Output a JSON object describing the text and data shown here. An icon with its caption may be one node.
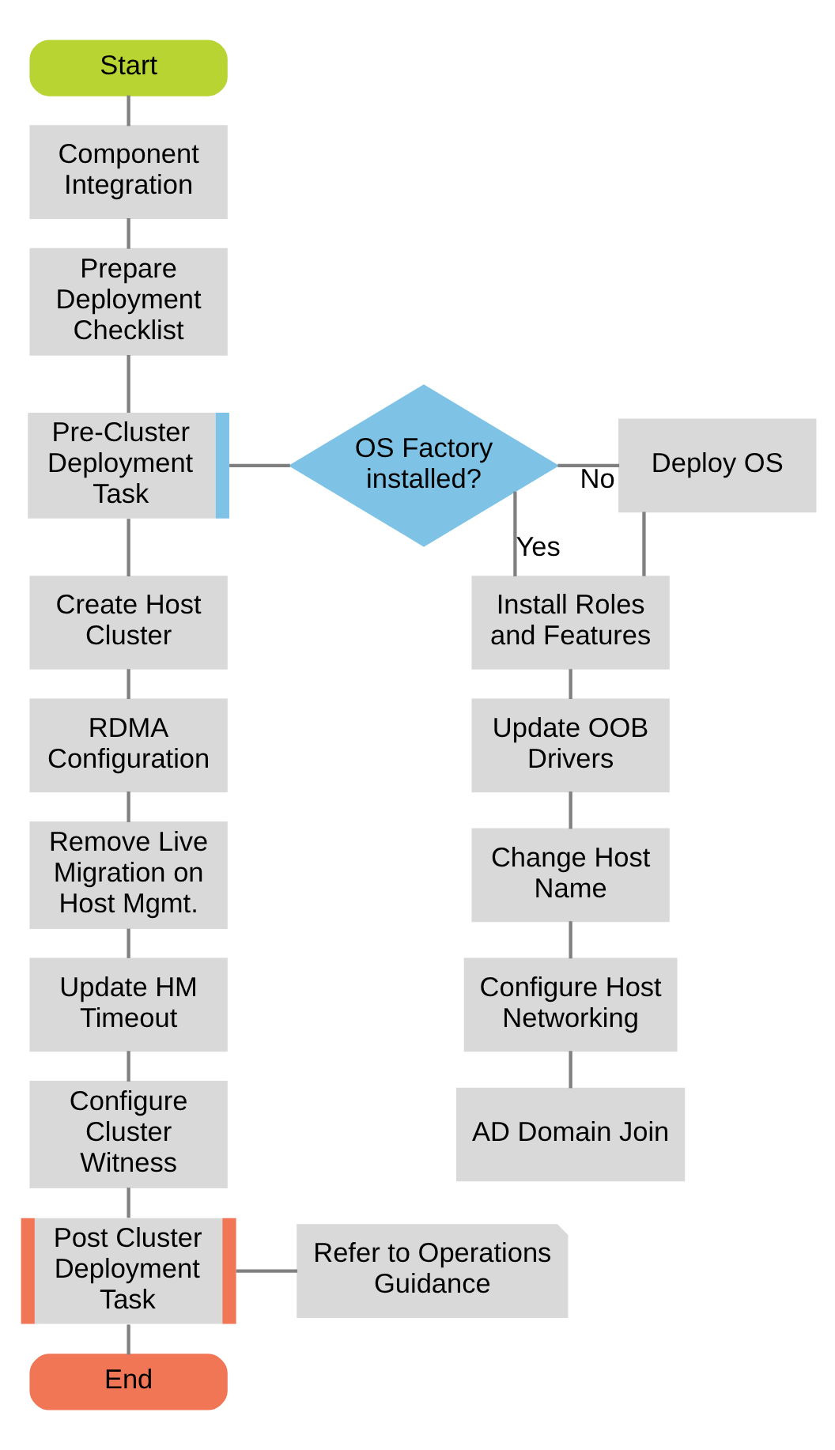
{
  "diagram": {
    "nodes": [
      {
        "text": [
          "Start"
        ]
      },
      {
        "text": [
          "Component Integration"
        ]
      },
      {
        "text": [
          "Prepare Deployment Checklist"
        ]
      },
      {
        "text": [
          "Pre-Cluster Deployment Task"
        ]
      },
      {
        "text": [
          "OS Factory installed?"
        ]
      },
      {
        "text": [
          "Deploy OS"
        ]
      },
      {
        "text": [
          "Install Roles and Features"
        ]
      },
      {
        "text": [
          "Create Host Cluster"
        ]
      },
      {
        "text": [
          "Update OOB Drivers"
        ]
      },
      {
        "text": [
          "RDMA Configuration"
        ]
      },
      {
        "text": [
          "Change Host Name"
        ]
      },
      {
        "text": [
          "Remove Live Migration on Host Mgmt."
        ]
      },
      {
        "text": [
          "Configure Host Networking"
        ]
      },
      {
        "text": [
          "Update HM Timeout"
        ]
      },
      {
        "text": [
          "AD Domain Join"
        ]
      },
      {
        "text": [
          "Configure Cluster Witness"
        ]
      },
      {
        "text": [
          "Post Cluster Deployment Task"
        ]
      },
      {
        "text": [
          "Refer to Operations Guidance"
        ]
      },
      {
        "text": [
          "End"
        ]
      }
    ],
    "edges": [
      {
        "from": 0,
        "to": 1,
        "arrow": "none"
      },
      {
        "from": 1,
        "to": 2,
        "arrow": "none"
      },
      {
        "from": 2,
        "to": 3,
        "arrow": "none"
      },
      {
        "from": 3,
        "to": 4,
        "arrow": "none"
      },
      {
        "from": 4,
        "to": 5,
        "arrow": "none",
        "label": "No"
      },
      {
        "from": 5,
        "to": 6,
        "arrow": "none"
      },
      {
        "from": 4,
        "to": 6,
        "arrow": "none",
        "label": "Yes"
      },
      {
        "from": 3,
        "to": 7,
        "arrow": "none"
      },
      {
        "from": 6,
        "to": 8,
        "arrow": "none"
      },
      {
        "from": 7,
        "to": 9,
        "arrow": "none"
      },
      {
        "from": 8,
        "to": 10,
        "arrow": "none"
      },
      {
        "from": 9,
        "to": 11,
        "arrow": "none"
      },
      {
        "from": 10,
        "to": 12,
        "arrow": "none"
      },
      {
        "from": 11,
        "to": 13,
        "arrow": "none"
      },
      {
        "from": 12,
        "to": 14,
        "arrow": "none"
      },
      {
        "from": 13,
        "to": 15,
        "arrow": "none"
      },
      {
        "from": 15,
        "to": 16,
        "arrow": "none"
      },
      {
        "from": 16,
        "to": 17,
        "arrow": "none"
      },
      {
        "from": 16,
        "to": 18,
        "arrow": "none"
      }
    ]
  }
}
